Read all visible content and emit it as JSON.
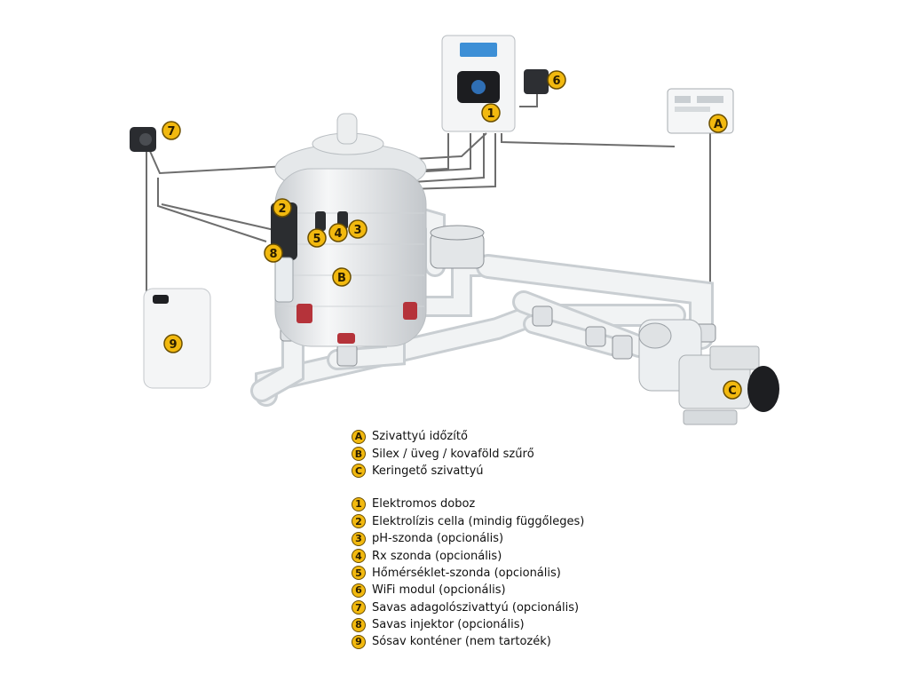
{
  "callouts": {
    "A": "A",
    "B": "B",
    "C": "C",
    "n1": "1",
    "n2": "2",
    "n3": "3",
    "n4": "4",
    "n5": "5",
    "n6": "6",
    "n7": "7",
    "n8": "8",
    "n9": "9"
  },
  "legend": {
    "equipment": [
      {
        "marker": "A",
        "label": "Szivattyú időzítő"
      },
      {
        "marker": "B",
        "label": "Silex / üveg / kovaföld szűrő"
      },
      {
        "marker": "C",
        "label": "Keringető szivattyú"
      }
    ],
    "components": [
      {
        "marker": "1",
        "label": "Elektromos doboz"
      },
      {
        "marker": "2",
        "label": "Elektrolízis cella (mindig függőleges)"
      },
      {
        "marker": "3",
        "label": "pH-szonda (opcionális)"
      },
      {
        "marker": "4",
        "label": "Rx szonda (opcionális)"
      },
      {
        "marker": "5",
        "label": "Hőmérséklet-szonda (opcionális)"
      },
      {
        "marker": "6",
        "label": "WiFi modul (opcionális)"
      },
      {
        "marker": "7",
        "label": "Savas adagolószivattyú (opcionális)"
      },
      {
        "marker": "8",
        "label": "Savas injektor (opcionális)"
      },
      {
        "marker": "9",
        "label": "Sósav konténer (nem tartozék)"
      }
    ]
  },
  "colors": {
    "badge": "#f2b90f",
    "pipe": "#e9ecee",
    "valve": "#b5333a",
    "cable": "#6d6d6d"
  }
}
